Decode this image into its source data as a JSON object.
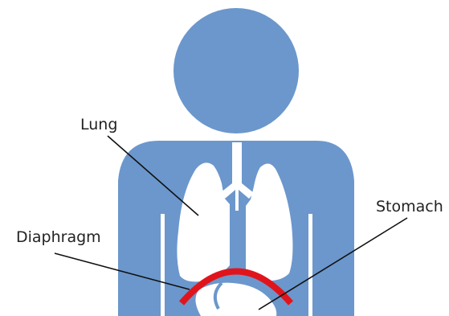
{
  "labels": {
    "lung": "Lung",
    "stomach": "Stomach",
    "diaphragm": "Diaphragm"
  },
  "colors": {
    "body": "#6b97cc",
    "organs": "#ffffff",
    "diaphragm": "#e0151c",
    "leader_lines": "#111111"
  }
}
